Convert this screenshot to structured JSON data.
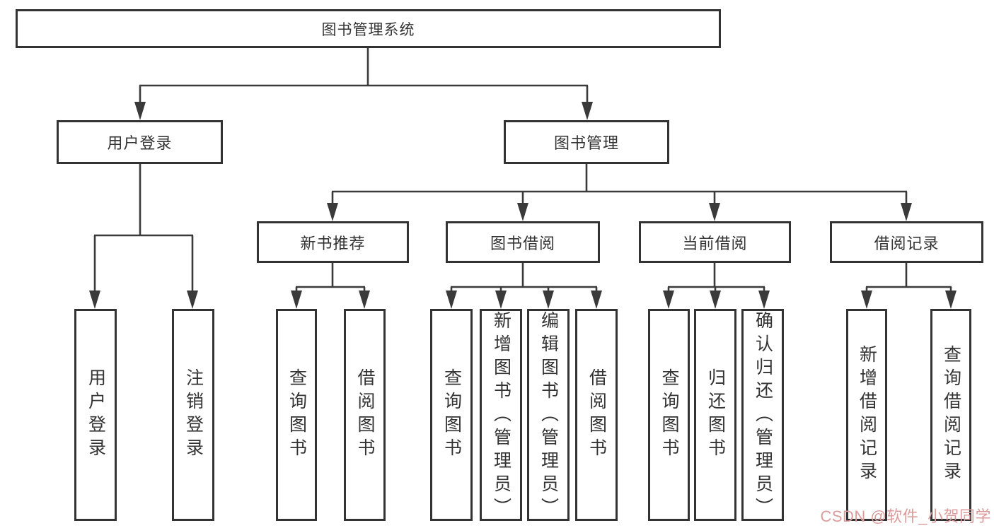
{
  "diagram": {
    "root": {
      "label": "图书管理系统"
    },
    "level2": [
      {
        "id": "user-login",
        "label": "用户登录"
      },
      {
        "id": "book-management",
        "label": "图书管理"
      }
    ],
    "level3": [
      {
        "id": "new-book-recommend",
        "label": "新书推荐"
      },
      {
        "id": "book-borrow",
        "label": "图书借阅"
      },
      {
        "id": "current-borrow",
        "label": "当前借阅"
      },
      {
        "id": "borrow-record",
        "label": "借阅记录"
      }
    ],
    "leaves": [
      {
        "id": "user-login-leaf",
        "label": "用户登录"
      },
      {
        "id": "logout",
        "label": "注销登录"
      },
      {
        "id": "query-book-recommend",
        "label": "查询图书"
      },
      {
        "id": "borrow-book-recommend",
        "label": "借阅图书"
      },
      {
        "id": "query-book-borrow",
        "label": "查询图书"
      },
      {
        "id": "add-book-admin",
        "label": "新增图书（管理员）"
      },
      {
        "id": "edit-book-admin",
        "label": "编辑图书（管理员）"
      },
      {
        "id": "borrow-book",
        "label": "借阅图书"
      },
      {
        "id": "query-book-current",
        "label": "查询图书"
      },
      {
        "id": "return-book",
        "label": "归还图书"
      },
      {
        "id": "confirm-return-admin",
        "label": "确认归还（管理员）"
      },
      {
        "id": "add-borrow-record",
        "label": "新增借阅记录"
      },
      {
        "id": "query-borrow-record",
        "label": "查询借阅记录"
      }
    ]
  },
  "watermark": {
    "text": "CSDN @软件_小贺同学"
  },
  "colors": {
    "border": "#333333",
    "line": "#3a3a3a",
    "text": "#333333",
    "background": "#ffffff",
    "watermark": "#dc9c9c"
  }
}
